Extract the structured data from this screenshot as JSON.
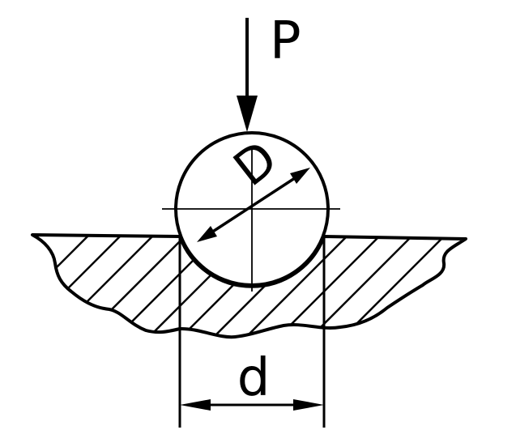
{
  "labels": {
    "force": "P",
    "ball_diameter": "D",
    "indent_diameter": "d"
  },
  "colors": {
    "ink": "#000000",
    "background": "#ffffff"
  }
}
